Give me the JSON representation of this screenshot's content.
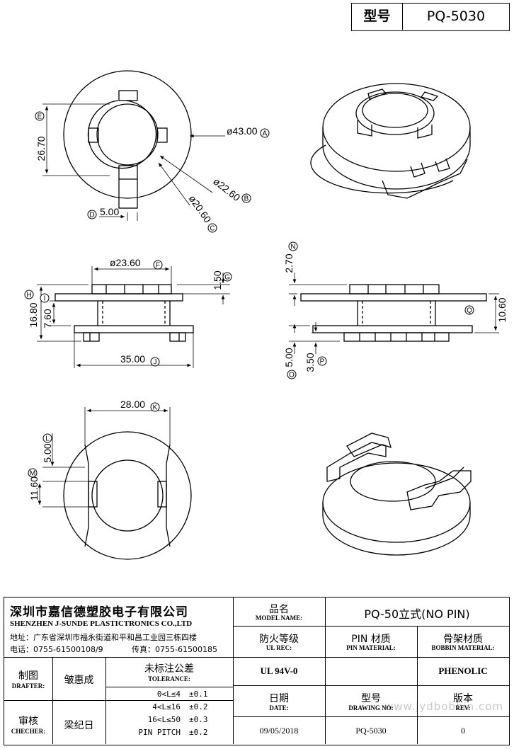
{
  "header": {
    "type_label": "型号",
    "type_value": "PQ-5030"
  },
  "dimensions": {
    "A": "ø43.00",
    "B": "ø22.60",
    "C": "ø20.60",
    "D": "5.00",
    "E": "26.70",
    "F": "ø23.60",
    "G": "1.50",
    "H": "16.80",
    "I": "7.60",
    "J": "35.00",
    "K": "28.00",
    "L": "5.00",
    "M": "11.60",
    "N": "2.70",
    "O": "5.00",
    "P": "3.50",
    "Q": "10.60"
  },
  "dim_letters": [
    "A",
    "B",
    "C",
    "D",
    "E",
    "F",
    "G",
    "H",
    "I",
    "J",
    "K",
    "L",
    "M",
    "N",
    "O",
    "P",
    "Q"
  ],
  "company": {
    "name_cn": "深圳市嘉信德塑胶电子有限公司",
    "name_en": "SHENZHEN J-SUNDE PLASTICTRONICS CO.,LTD",
    "address": "地址：广东省深圳市福永街道和平和昌工业园三栋四楼",
    "phone": "电话：0755-61500108/9",
    "fax": "传真：0755-61500185"
  },
  "title_block": {
    "model_name_cn": "品名",
    "model_name_en": "MODEL NAME:",
    "model_name_value": "PQ-50立式(NO PIN)",
    "ul_cn": "防火等级",
    "ul_en": "UL REC:",
    "ul_value": "UL 94V-0",
    "pin_cn": "PIN 材质",
    "pin_en": "PIN MATERIAL:",
    "pin_value": "",
    "bobbin_cn": "骨架材质",
    "bobbin_en": "BOBBIN MATERIAL:",
    "bobbin_value": "PHENOLIC",
    "drafter_cn": "制图",
    "drafter_en": "DRAFTER:",
    "drafter_value": "皱惠成",
    "checker_cn": "审核",
    "checker_en": "CHECHER:",
    "checker_value": "梁纪日",
    "tol_cn": "未标注公差",
    "tol_en": "TOLERANCE:",
    "tol_rows": [
      {
        "range": "0<L≤4",
        "value": "±0.1"
      },
      {
        "range": "4<L≤16",
        "value": "±0.2"
      },
      {
        "range": "16<L≤50",
        "value": "±0.3"
      },
      {
        "range": "PIN PITCH",
        "value": "±0.2"
      }
    ],
    "date_cn": "日期",
    "date_en": "DATE:",
    "date_value": "09/05/2018",
    "drawing_cn": "型号",
    "drawing_en": "DRAWING NO:",
    "drawing_value": "PQ-5030",
    "rev_cn": "版本",
    "rev_en": "REV:",
    "rev_value": "0"
  },
  "watermark": "www.jydbobbin.com"
}
